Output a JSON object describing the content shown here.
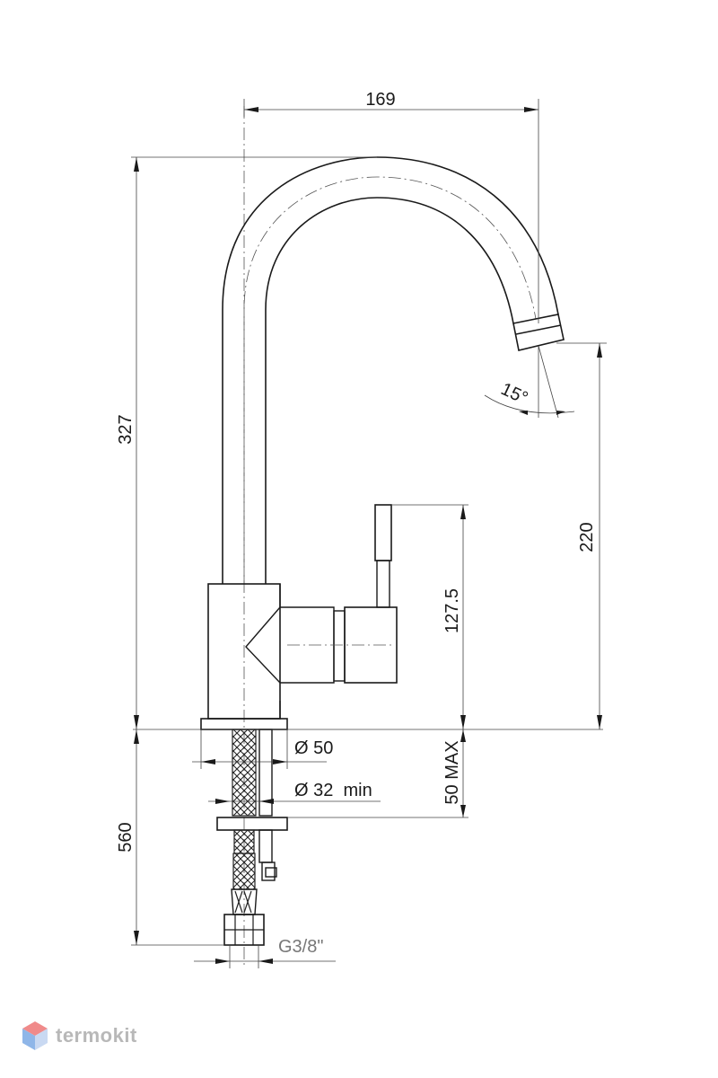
{
  "dimensions": {
    "spout_reach": "169",
    "total_height": "327",
    "spout_height": "220",
    "handle_height": "127.5",
    "swivel_angle": "15°",
    "body_diameter": "Ø 50",
    "hole_diameter": "Ø 32  min",
    "max_thickness": "50 MAX",
    "hose_length": "560",
    "thread": "G3/8\""
  },
  "logo": {
    "text": "termokit",
    "icon": "hexagon-cube-icon",
    "colors": {
      "top": "#f08a8a",
      "left": "#8fb6e8",
      "right": "#c9d9f2"
    }
  }
}
